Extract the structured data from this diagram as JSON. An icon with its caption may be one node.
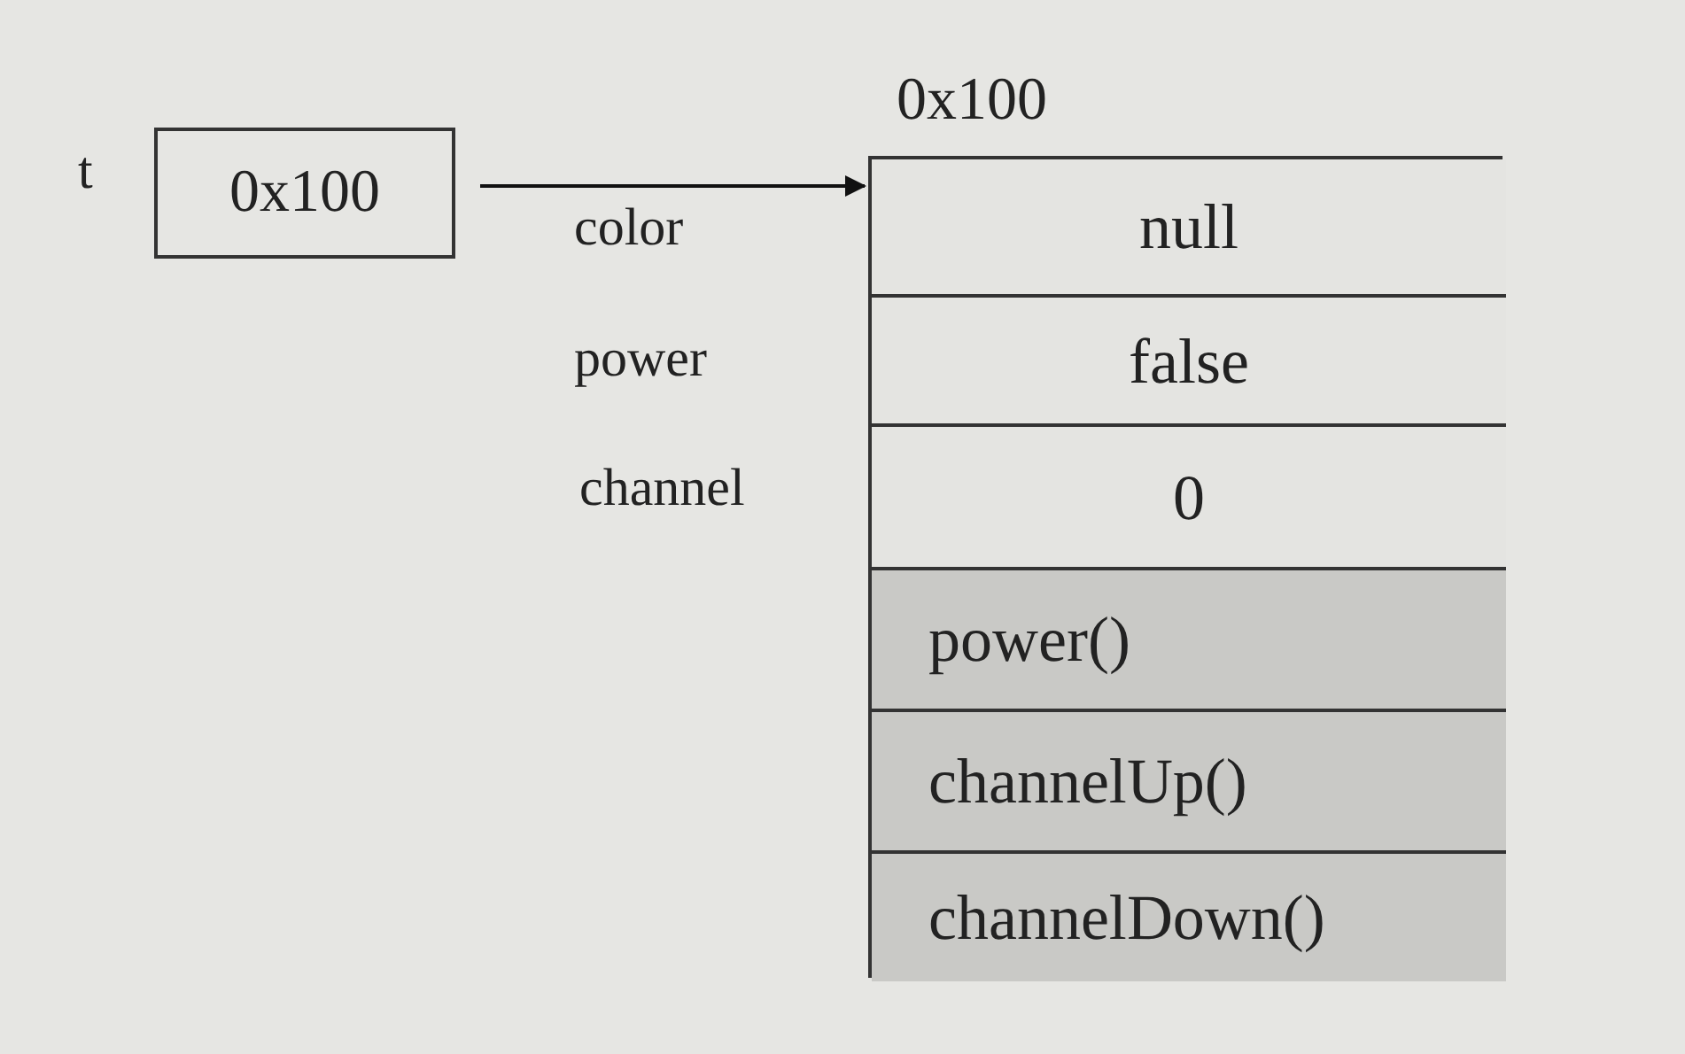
{
  "diagram": {
    "nodes": [
      {
        "text": [
          "0x100"
        ],
        "beside": [
          "t"
        ]
      },
      {
        "text": [
          "0x100"
        ]
      },
      {
        "text": [
          "null"
        ],
        "in": 1,
        "beside": [
          "color"
        ]
      },
      {
        "text": [
          "false"
        ],
        "in": 1,
        "beside": [
          "power"
        ]
      },
      {
        "text": [
          "0"
        ],
        "in": 1,
        "beside": [
          "channel"
        ]
      },
      {
        "text": [
          "power()"
        ],
        "in": 1
      },
      {
        "text": [
          "channelUp()"
        ],
        "in": 1
      },
      {
        "text": [
          "channelDown()"
        ],
        "in": 1
      }
    ],
    "edges": [
      {
        "from": 0,
        "to": 1,
        "arrow": "to"
      }
    ]
  }
}
